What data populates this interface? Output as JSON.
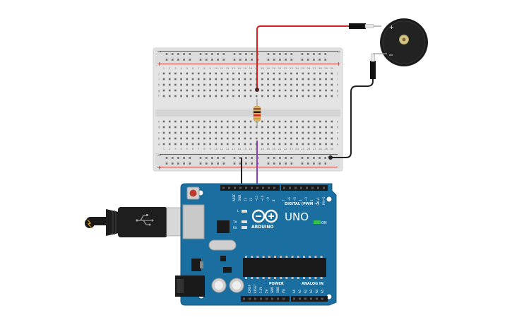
{
  "board": {
    "brand": "ARDUINO",
    "model": "UNO",
    "digital_label": "DIGITAL (PWM ~)",
    "power_label": "POWER",
    "analog_label": "ANALOG IN",
    "on_label": "ON",
    "led_l": "L",
    "led_tx": "TX",
    "led_rx": "RX",
    "aref": "AREF",
    "gnd": "GND",
    "tx_pin": "TX→1",
    "rx_pin": "RX←0",
    "digital_pins": [
      "13",
      "12",
      "~11",
      "~10",
      "~9",
      "8",
      "7",
      "~6",
      "~5",
      "4",
      "~3",
      "2"
    ],
    "power_pins": [
      "IOREF",
      "RESET",
      "3.3V",
      "5V",
      "GND",
      "GND",
      "Vin"
    ],
    "analog_pins": [
      "A0",
      "A1",
      "A2",
      "A3",
      "A4",
      "A5"
    ]
  },
  "breadboard": {
    "col_numbers": [
      "1",
      "2",
      "3",
      "4",
      "5",
      "6",
      "7",
      "8",
      "9",
      "10",
      "11",
      "12",
      "13",
      "14",
      "15",
      "16",
      "17",
      "18",
      "19",
      "20",
      "21",
      "22",
      "23",
      "24",
      "25",
      "26",
      "27",
      "28",
      "29",
      "30"
    ],
    "row_letters_top": [
      "j",
      "i",
      "h",
      "g",
      "f"
    ],
    "row_letters_bottom": [
      "e",
      "d",
      "c",
      "b",
      "a"
    ],
    "rail_minus": "−",
    "rail_plus": "+"
  },
  "buzzer": {
    "plus_label": "+"
  },
  "colors": {
    "board_blue": "#1a6fa0",
    "wire_red": "#d32020",
    "wire_purple": "#8a3fc0",
    "wire_black": "#222222"
  }
}
